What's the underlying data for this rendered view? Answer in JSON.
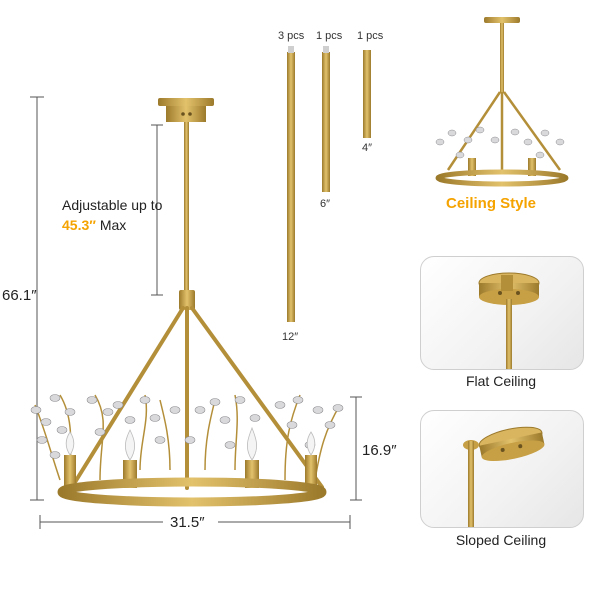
{
  "dimensions": {
    "total_height": "66.1″",
    "width": "31.5″",
    "body_height": "16.9″"
  },
  "adjustable": {
    "prefix": "Adjustable up to",
    "value": "45.3″",
    "suffix": "Max"
  },
  "rods": [
    {
      "count": "3 pcs",
      "length": "12″"
    },
    {
      "count": "1 pcs",
      "length": "6″"
    },
    {
      "count": "1 pcs",
      "length": "4″"
    }
  ],
  "ceiling_style": {
    "title": "Ceiling Style",
    "options": [
      {
        "label": "Flat Ceiling"
      },
      {
        "label": "Sloped Ceiling"
      }
    ]
  },
  "colors": {
    "accent": "#f5a300",
    "brass": "#c9a44c",
    "brass_dark": "#9c7a2c"
  }
}
